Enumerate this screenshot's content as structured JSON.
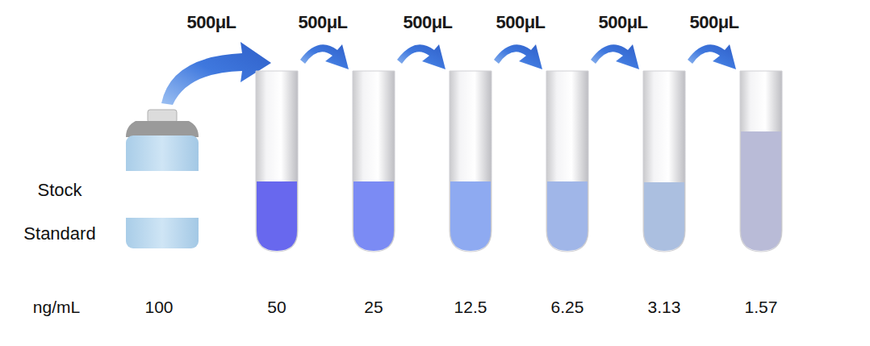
{
  "diagram": {
    "labels": [
      "500μL",
      "500μL",
      "500μL",
      "500μL",
      "500μL",
      "500μL",
      "Stock Standard",
      "ng/mL",
      "100",
      "50",
      "25",
      "12.5",
      "6.25",
      "3.13",
      "1.57"
    ]
  }
}
